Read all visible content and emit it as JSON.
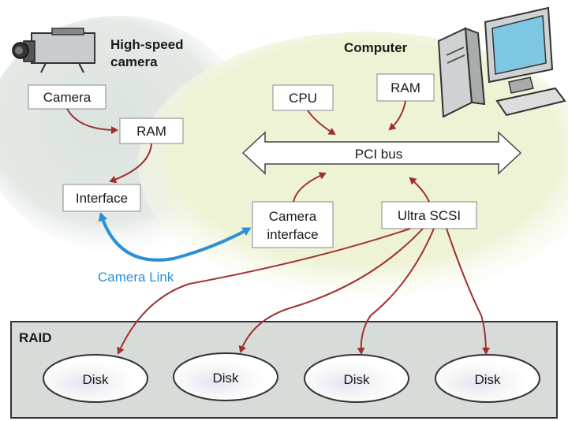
{
  "camera_section": {
    "title_line1": "High-speed",
    "title_line2": "camera",
    "camera_box": "Camera",
    "ram_box": "RAM",
    "interface_box": "Interface"
  },
  "computer_section": {
    "title": "Computer",
    "cpu_box": "CPU",
    "ram_box": "RAM",
    "bus_label": "PCI bus",
    "camera_interface_line1": "Camera",
    "camera_interface_line2": "interface",
    "ultra_scsi_box": "Ultra SCSI"
  },
  "link_label": "Camera Link",
  "raid": {
    "title": "RAID",
    "disks": [
      "Disk",
      "Disk",
      "Disk",
      "Disk"
    ]
  },
  "colors": {
    "blob_green": "#eef3d6",
    "blob_gray": "#dce3de",
    "raid_fill": "#d7dcd8",
    "arrow_red": "#a03030",
    "link_blue": "#2a8fd6"
  },
  "icons": {
    "camera": "camera-icon",
    "computer": "computer-icon",
    "disk": "disk-icon"
  }
}
